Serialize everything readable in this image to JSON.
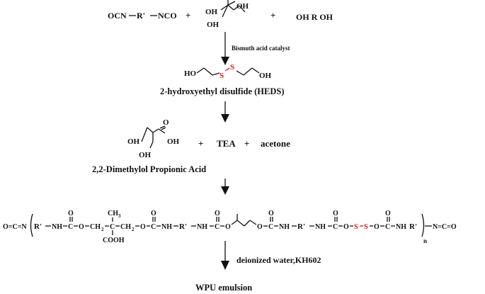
{
  "reactants": {
    "diisocyanate": {
      "left": "OCN",
      "r": "R'",
      "right": "NCO"
    },
    "triol": {
      "oh_top": "OH",
      "oh_bottom": "OH"
    },
    "diol": "OH R OH",
    "plus": "+"
  },
  "step1": {
    "catalyst": "Bismuth acid catalyst"
  },
  "heds": {
    "oh_left": "HO",
    "oh_right": "OH",
    "s": "S",
    "name": "2-hydroxyethyl disulfide (HEDS)"
  },
  "dmpa": {
    "oh_left": "OH",
    "oh_right": "OH",
    "oh_bottom": "OH",
    "o_top": "O",
    "name": "2,2-Dimethylol Propionic Acid"
  },
  "additives": {
    "tea": "TEA",
    "acetone": "acetone",
    "plus": "+"
  },
  "polymer": {
    "end_left": "O=C=N",
    "r": "R'",
    "nh": "NH",
    "c": "C",
    "o": "O",
    "ch3": "CH",
    "ch3_sub": "3",
    "cooh": "COOH",
    "s": "S",
    "n_sub": "n",
    "end_right": "N=C=O"
  },
  "step_final": {
    "label": "deionized water,KH602"
  },
  "product": "WPU emulsion"
}
